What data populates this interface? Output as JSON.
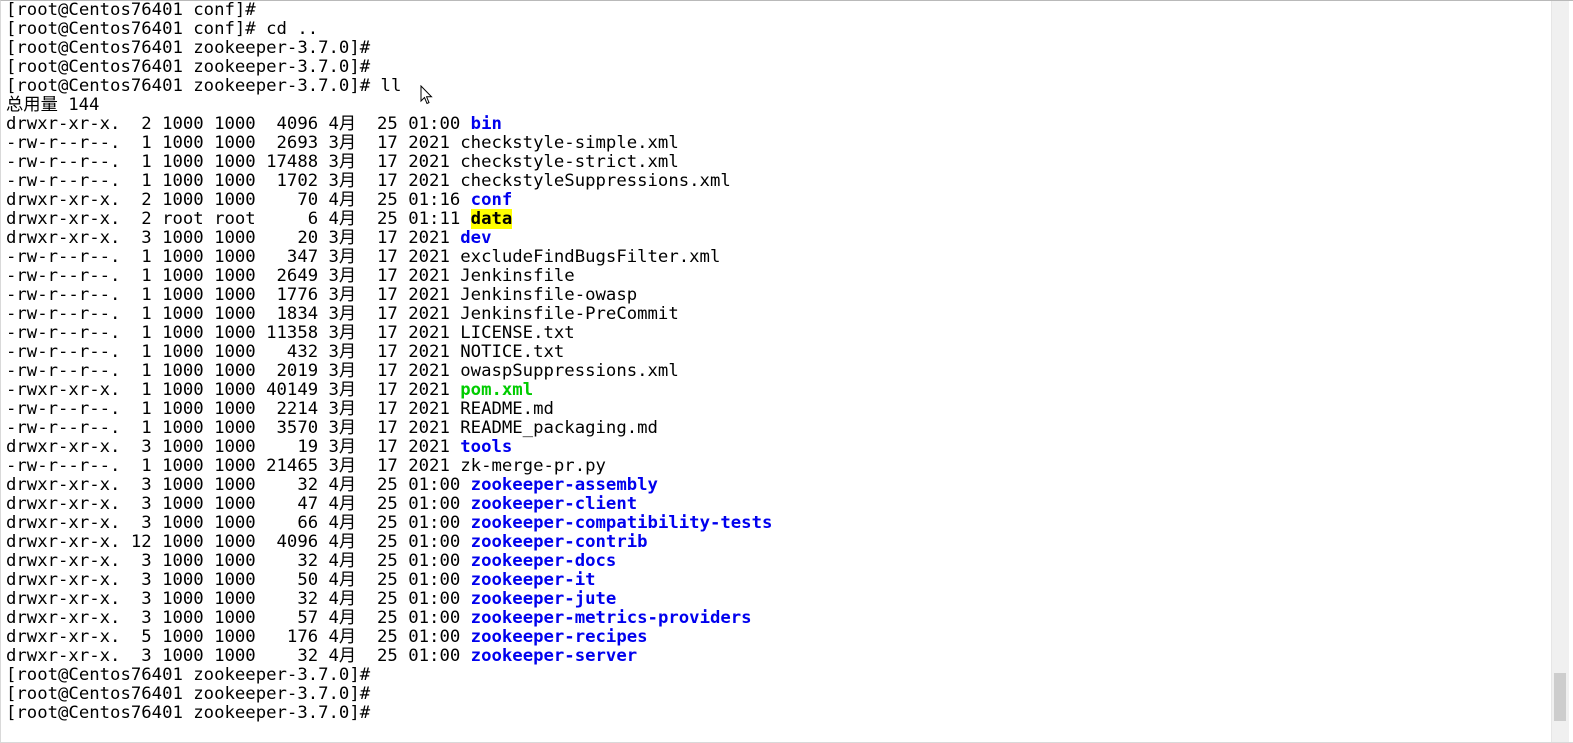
{
  "terminal": {
    "lines": [
      [
        {
          "t": "[root@Centos76401 conf]#",
          "s": "plain"
        }
      ],
      [
        {
          "t": "[root@Centos76401 conf]# cd ..",
          "s": "plain"
        }
      ],
      [
        {
          "t": "[root@Centos76401 zookeeper-3.7.0]#",
          "s": "plain"
        }
      ],
      [
        {
          "t": "[root@Centos76401 zookeeper-3.7.0]#",
          "s": "plain"
        }
      ],
      [
        {
          "t": "[root@Centos76401 zookeeper-3.7.0]# ll",
          "s": "plain"
        }
      ],
      [
        {
          "t": "总用量 144",
          "s": "plain"
        }
      ],
      [
        {
          "t": "drwxr-xr-x.  2 1000 1000  4096 4月  25 01:00 ",
          "s": "plain"
        },
        {
          "t": "bin",
          "s": "dir"
        }
      ],
      [
        {
          "t": "-rw-r--r--.  1 1000 1000  2693 3月  17 2021 checkstyle-simple.xml",
          "s": "plain"
        }
      ],
      [
        {
          "t": "-rw-r--r--.  1 1000 1000 17488 3月  17 2021 checkstyle-strict.xml",
          "s": "plain"
        }
      ],
      [
        {
          "t": "-rw-r--r--.  1 1000 1000  1702 3月  17 2021 checkstyleSuppressions.xml",
          "s": "plain"
        }
      ],
      [
        {
          "t": "drwxr-xr-x.  2 1000 1000    70 4月  25 01:16 ",
          "s": "plain"
        },
        {
          "t": "conf",
          "s": "dir"
        }
      ],
      [
        {
          "t": "drwxr-xr-x.  2 root root     6 4月  25 01:11 ",
          "s": "plain"
        },
        {
          "t": "data",
          "s": "hl"
        }
      ],
      [
        {
          "t": "drwxr-xr-x.  3 1000 1000    20 3月  17 2021 ",
          "s": "plain"
        },
        {
          "t": "dev",
          "s": "dir"
        }
      ],
      [
        {
          "t": "-rw-r--r--.  1 1000 1000   347 3月  17 2021 excludeFindBugsFilter.xml",
          "s": "plain"
        }
      ],
      [
        {
          "t": "-rw-r--r--.  1 1000 1000  2649 3月  17 2021 Jenkinsfile",
          "s": "plain"
        }
      ],
      [
        {
          "t": "-rw-r--r--.  1 1000 1000  1776 3月  17 2021 Jenkinsfile-owasp",
          "s": "plain"
        }
      ],
      [
        {
          "t": "-rw-r--r--.  1 1000 1000  1834 3月  17 2021 Jenkinsfile-PreCommit",
          "s": "plain"
        }
      ],
      [
        {
          "t": "-rw-r--r--.  1 1000 1000 11358 3月  17 2021 LICENSE.txt",
          "s": "plain"
        }
      ],
      [
        {
          "t": "-rw-r--r--.  1 1000 1000   432 3月  17 2021 NOTICE.txt",
          "s": "plain"
        }
      ],
      [
        {
          "t": "-rw-r--r--.  1 1000 1000  2019 3月  17 2021 owaspSuppressions.xml",
          "s": "plain"
        }
      ],
      [
        {
          "t": "-rwxr-xr-x.  1 1000 1000 40149 3月  17 2021 ",
          "s": "plain"
        },
        {
          "t": "pom.xml",
          "s": "exec"
        }
      ],
      [
        {
          "t": "-rw-r--r--.  1 1000 1000  2214 3月  17 2021 README.md",
          "s": "plain"
        }
      ],
      [
        {
          "t": "-rw-r--r--.  1 1000 1000  3570 3月  17 2021 README_packaging.md",
          "s": "plain"
        }
      ],
      [
        {
          "t": "drwxr-xr-x.  3 1000 1000    19 3月  17 2021 ",
          "s": "plain"
        },
        {
          "t": "tools",
          "s": "dir"
        }
      ],
      [
        {
          "t": "-rw-r--r--.  1 1000 1000 21465 3月  17 2021 zk-merge-pr.py",
          "s": "plain"
        }
      ],
      [
        {
          "t": "drwxr-xr-x.  3 1000 1000    32 4月  25 01:00 ",
          "s": "plain"
        },
        {
          "t": "zookeeper-assembly",
          "s": "dir"
        }
      ],
      [
        {
          "t": "drwxr-xr-x.  3 1000 1000    47 4月  25 01:00 ",
          "s": "plain"
        },
        {
          "t": "zookeeper-client",
          "s": "dir"
        }
      ],
      [
        {
          "t": "drwxr-xr-x.  3 1000 1000    66 4月  25 01:00 ",
          "s": "plain"
        },
        {
          "t": "zookeeper-compatibility-tests",
          "s": "dir"
        }
      ],
      [
        {
          "t": "drwxr-xr-x. 12 1000 1000  4096 4月  25 01:00 ",
          "s": "plain"
        },
        {
          "t": "zookeeper-contrib",
          "s": "dir"
        }
      ],
      [
        {
          "t": "drwxr-xr-x.  3 1000 1000    32 4月  25 01:00 ",
          "s": "plain"
        },
        {
          "t": "zookeeper-docs",
          "s": "dir"
        }
      ],
      [
        {
          "t": "drwxr-xr-x.  3 1000 1000    50 4月  25 01:00 ",
          "s": "plain"
        },
        {
          "t": "zookeeper-it",
          "s": "dir"
        }
      ],
      [
        {
          "t": "drwxr-xr-x.  3 1000 1000    32 4月  25 01:00 ",
          "s": "plain"
        },
        {
          "t": "zookeeper-jute",
          "s": "dir"
        }
      ],
      [
        {
          "t": "drwxr-xr-x.  3 1000 1000    57 4月  25 01:00 ",
          "s": "plain"
        },
        {
          "t": "zookeeper-metrics-providers",
          "s": "dir"
        }
      ],
      [
        {
          "t": "drwxr-xr-x.  5 1000 1000   176 4月  25 01:00 ",
          "s": "plain"
        },
        {
          "t": "zookeeper-recipes",
          "s": "dir"
        }
      ],
      [
        {
          "t": "drwxr-xr-x.  3 1000 1000    32 4月  25 01:00 ",
          "s": "plain"
        },
        {
          "t": "zookeeper-server",
          "s": "dir"
        }
      ],
      [
        {
          "t": "[root@Centos76401 zookeeper-3.7.0]#",
          "s": "plain"
        }
      ],
      [
        {
          "t": "[root@Centos76401 zookeeper-3.7.0]#",
          "s": "plain"
        }
      ],
      [
        {
          "t": "[root@Centos76401 zookeeper-3.7.0]#",
          "s": "plain"
        }
      ]
    ]
  },
  "colors": {
    "background": "#ffffff",
    "text": "#000000",
    "directory": "#0000ee",
    "executable": "#00cc00",
    "highlight_bg": "#ffff00"
  },
  "icons": {
    "cursor": "mouse-pointer-icon"
  }
}
